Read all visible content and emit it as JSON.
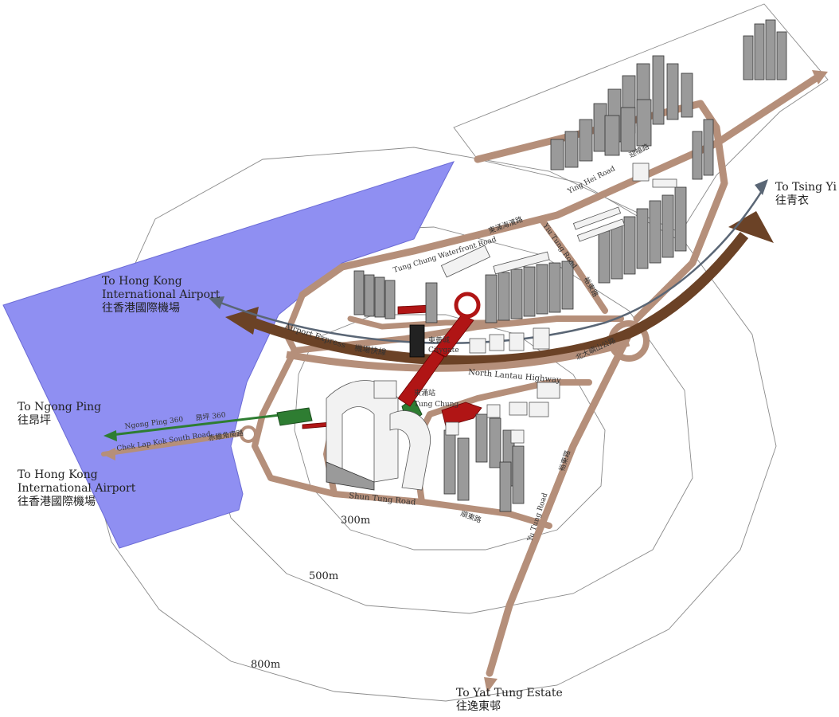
{
  "destinations": {
    "tsing_yi": [
      "To Tsing Yi",
      "往青衣"
    ],
    "airport_top": [
      "To Hong Kong",
      "International Airport",
      "往香港國際機場"
    ],
    "ngong_ping": [
      "To Ngong Ping",
      "往昂坪"
    ],
    "airport_bottom": [
      "To Hong Kong",
      "International Airport",
      "往香港國際機場"
    ],
    "yat_tung": [
      "To Yat Tung Estate",
      "往逸東邨"
    ]
  },
  "rings": {
    "r300": "300m",
    "r500": "500m",
    "r800": "800m"
  },
  "roads": {
    "yiu_tung": "Yiu Tung Road",
    "tung_chung_waterfront": "Tung Chung Waterfront Road",
    "tung_chung_waterfront_zh": "東涌海濱路",
    "ying_hei": "Ying Hei Road",
    "ying_hei_zh": "迎禧路",
    "yiu_tung_zh": "裕東路",
    "airport_express": "Airport Express",
    "airport_express_zh": "機場快線",
    "north_lantau": "North Lantau Highway",
    "north_lantau_zh": "北大嶼山公路",
    "ngong_ping_360": "Ngong Ping 360",
    "ngong_ping_360_zh": "昂坪 360",
    "chek_lap_kok": "Chek Lap Kok South Road",
    "chek_lap_kok_zh": "赤鱲角南路",
    "shun_tung": "Shun Tung Road",
    "shun_tung_zh": "順東路",
    "yu_tung": "Yu Tung Road",
    "yu_tung_zh": "裕東路",
    "citygate": "Citygate",
    "citygate_zh": "東薈城",
    "tung_chung_station": "Tung Chung",
    "tung_chung_station_zh": "東涌站"
  },
  "colors": {
    "water": "#8f8ff2",
    "road": "#b58f7a",
    "highway": "#6b4226",
    "pedestrian_link": "#b01515",
    "cable_car": "#2e7d32",
    "rail_arrow": "#5a6675"
  }
}
